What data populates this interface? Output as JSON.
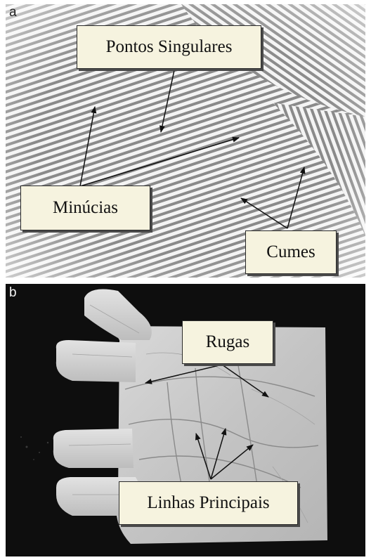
{
  "panel_a": {
    "letter": "a",
    "labels": {
      "singular_points": "Pontos Singulares",
      "minutiae": "Minúcias",
      "ridges": "Cumes"
    }
  },
  "panel_b": {
    "letter": "b",
    "labels": {
      "wrinkles": "Rugas",
      "principal_lines": "Linhas Principais"
    }
  }
}
